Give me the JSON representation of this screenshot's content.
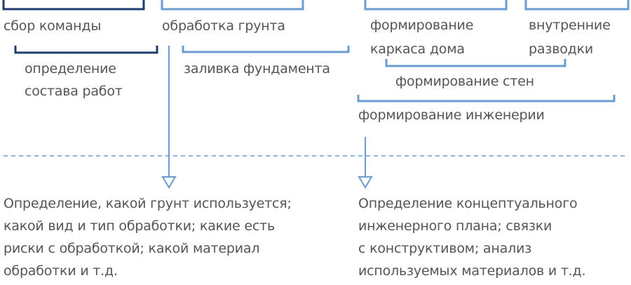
{
  "colors": {
    "dark": "#1f3d6e",
    "light": "#6a9bd1",
    "text": "#555555"
  },
  "stages_top": {
    "team": "сбор команды",
    "soil": "обработка грунта",
    "frame": [
      "формирование",
      "каркаса дома"
    ],
    "wiring": [
      "внутренние",
      "разводки"
    ]
  },
  "stages_sub": {
    "scope": [
      "определение",
      "состава работ"
    ],
    "foundation": "заливка фундамента",
    "walls": "формирование стен",
    "engineering": "формирование инженерии"
  },
  "notes": {
    "left": [
      "Определение, какой грунт используется;",
      "какой вид и тип обработки; какие есть",
      "риски с обработкой; какой материал",
      "обработки и т.д."
    ],
    "right": [
      "Определение концептуального",
      "инженерного плана; связки",
      "с конструктивом; анализ",
      "используемых материалов и т.д."
    ]
  }
}
